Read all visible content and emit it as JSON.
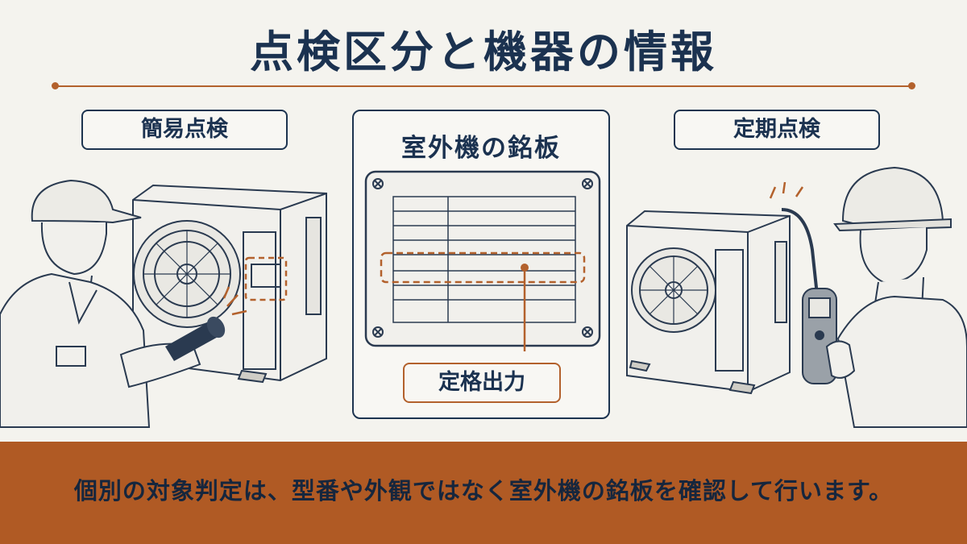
{
  "title": "点検区分と機器の情報",
  "labels": {
    "simple": "簡易点検",
    "nameplate": "室外機の銘板",
    "periodic": "定期点検",
    "rated_output": "定格出力"
  },
  "footer": {
    "text": "個別の対象判定は、型番や外観ではなく室外機の銘板を確認して行います。"
  },
  "colors": {
    "navy": "#1d3450",
    "accent": "#b3612c",
    "footer_bg": "#b05a24",
    "background": "#f4f3ee"
  },
  "icons": [
    "worker-cap-icon",
    "flashlight-icon",
    "outdoor-unit-icon",
    "nameplate-icon",
    "leak-detector-icon",
    "worker-helmet-icon"
  ]
}
